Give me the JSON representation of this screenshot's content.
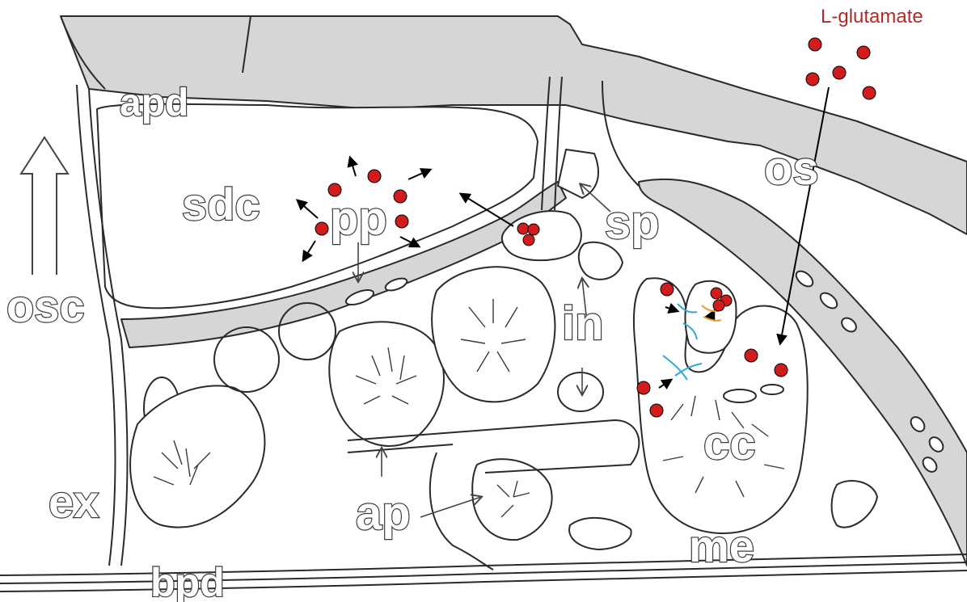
{
  "title": "L-glutamate",
  "colors": {
    "dot": "#d01c1c",
    "title": "#b22a2a",
    "gray_fill": "#d6d6d6",
    "blue_marks": "#2aa8d8",
    "orange_marks": "#e89a2a"
  },
  "labels": {
    "apd": "apd",
    "sdc": "sdc",
    "pp": "pp",
    "osc": "osc",
    "sp": "sp",
    "os": "os",
    "in": "in",
    "cc": "cc",
    "ex": "ex",
    "ap": "ap",
    "me": "me",
    "bpd": "bpd"
  }
}
